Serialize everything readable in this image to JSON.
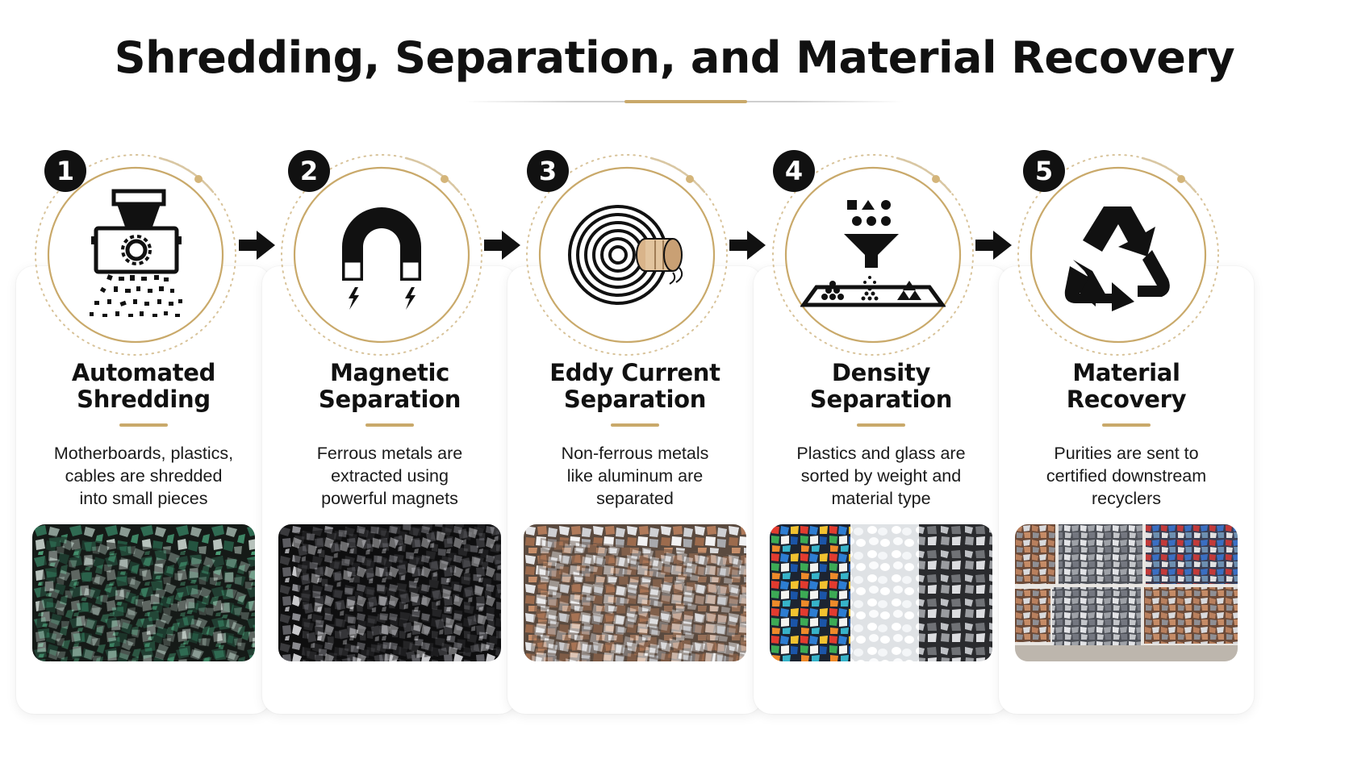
{
  "title": "Shredding, Separation, and Material Recovery",
  "colors": {
    "accent": "#c9a96a",
    "badge": "#111111",
    "text": "#111111"
  },
  "steps": [
    {
      "number": "1",
      "title_lines": [
        "Automated",
        "Shredding"
      ],
      "desc_lines": [
        "Motherboards, plastics,",
        "cables are shredded",
        "into small pieces"
      ],
      "icon": "shredder-icon",
      "photo": "shredded-circuit-boards-photo"
    },
    {
      "number": "2",
      "title_lines": [
        "Magnetic",
        "Separation"
      ],
      "desc_lines": [
        "Ferrous metals are",
        "extracted using",
        "powerful magnets"
      ],
      "icon": "magnet-icon",
      "photo": "ferrous-metal-pieces-photo"
    },
    {
      "number": "3",
      "title_lines": [
        "Eddy Current",
        "Separation"
      ],
      "desc_lines": [
        "Non-ferrous metals",
        "like aluminum are",
        "separated"
      ],
      "icon": "eddy-current-icon",
      "photo": "non-ferrous-metal-pieces-photo"
    },
    {
      "number": "4",
      "title_lines": [
        "Density",
        "Separation"
      ],
      "desc_lines": [
        "Plastics and glass are",
        "sorted by weight and",
        "material type"
      ],
      "icon": "funnel-sorting-icon",
      "photo": "sorted-plastic-glass-metal-photo"
    },
    {
      "number": "5",
      "title_lines": [
        "Material",
        "Recovery"
      ],
      "desc_lines": [
        "Purities are sent to",
        "certified downstream",
        "recyclers"
      ],
      "icon": "recycle-icon",
      "photo": "baled-metal-bundles-photo"
    }
  ]
}
